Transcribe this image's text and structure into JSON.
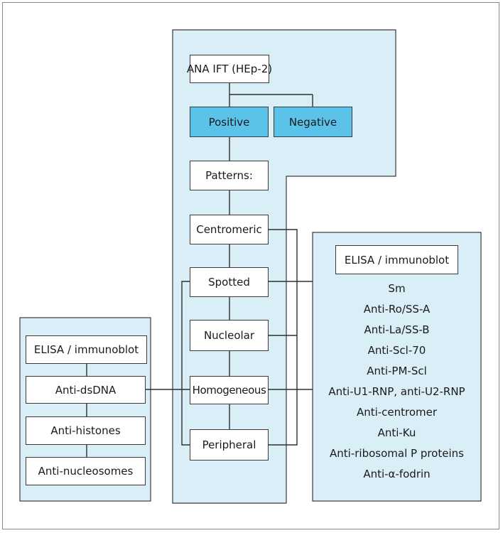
{
  "colors": {
    "panel_fill": "#daeef8",
    "highlight_fill": "#5bc3ea",
    "line": "#2f2f2f"
  },
  "center": {
    "root": "ANA IFT (HEp-2)",
    "positive": "Positive",
    "negative": "Negative",
    "patterns_header": "Patterns:",
    "patterns": [
      "Centromeric",
      "Spotted",
      "Nucleolar",
      "Homogeneous",
      "Peripheral"
    ]
  },
  "left": {
    "header": "ELISA / immunoblot",
    "items": [
      "Anti-dsDNA",
      "Anti-histones",
      "Anti-nucleosomes"
    ]
  },
  "right": {
    "header": "ELISA / immunoblot",
    "items": [
      "Sm",
      "Anti-Ro/SS-A",
      "Anti-La/SS-B",
      "Anti-Scl-70",
      "Anti-PM-Scl",
      "Anti-U1-RNP, anti-U2-RNP",
      "Anti-centromer",
      "Anti-Ku",
      "Anti-ribosomal P proteins",
      "Anti-α-fodrin"
    ]
  }
}
